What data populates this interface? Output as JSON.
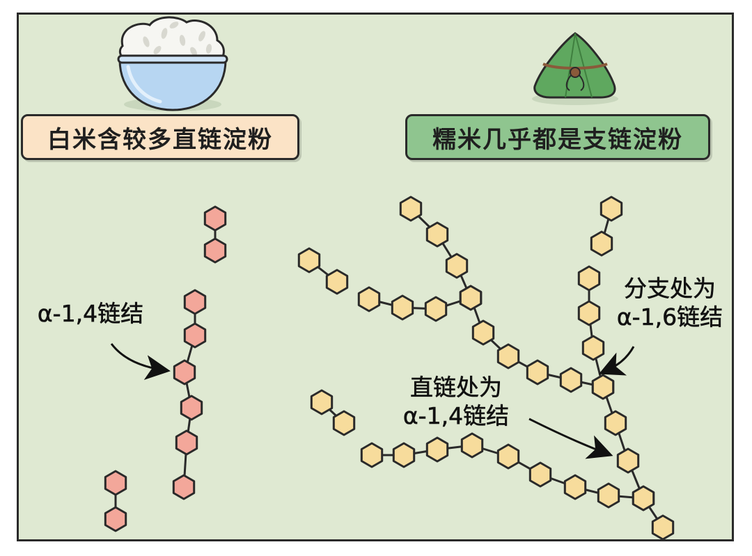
{
  "colors": {
    "panel_bg": "#dfe9d2",
    "amylose_unit": "#f3a79a",
    "amylopectin_unit": "#f7dc9c",
    "rice_title_bg": "#fbe3c6",
    "glutinous_title_bg": "#8fc58f",
    "outline": "#2a2a2a"
  },
  "rice": {
    "title": "白米含较多直链淀粉"
  },
  "glutinous": {
    "title": "糯米几乎都是支链淀粉"
  },
  "labels": {
    "left_bond_line1": "α-1,4链结",
    "branch_line1": "分支处为",
    "branch_line2": "α-1,6链结",
    "straight_line1": "直链处为",
    "straight_line2": "α-1,4链结"
  },
  "icons": [
    "rice-bowl-icon",
    "zongzi-icon",
    "arrow-icon",
    "glucose-hexagon-icon"
  ]
}
